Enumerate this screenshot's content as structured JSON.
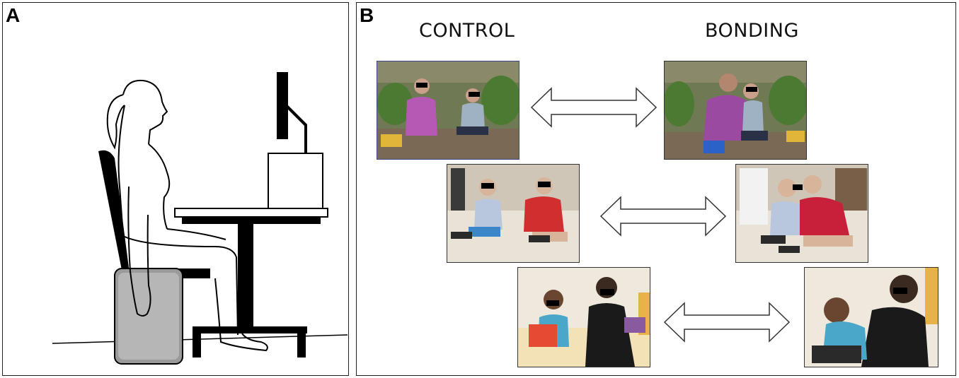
{
  "panel_a": {
    "letter": "A"
  },
  "panel_b": {
    "letter": "B",
    "columns": {
      "control": "CONTROL",
      "bonding": "BONDING"
    }
  }
}
